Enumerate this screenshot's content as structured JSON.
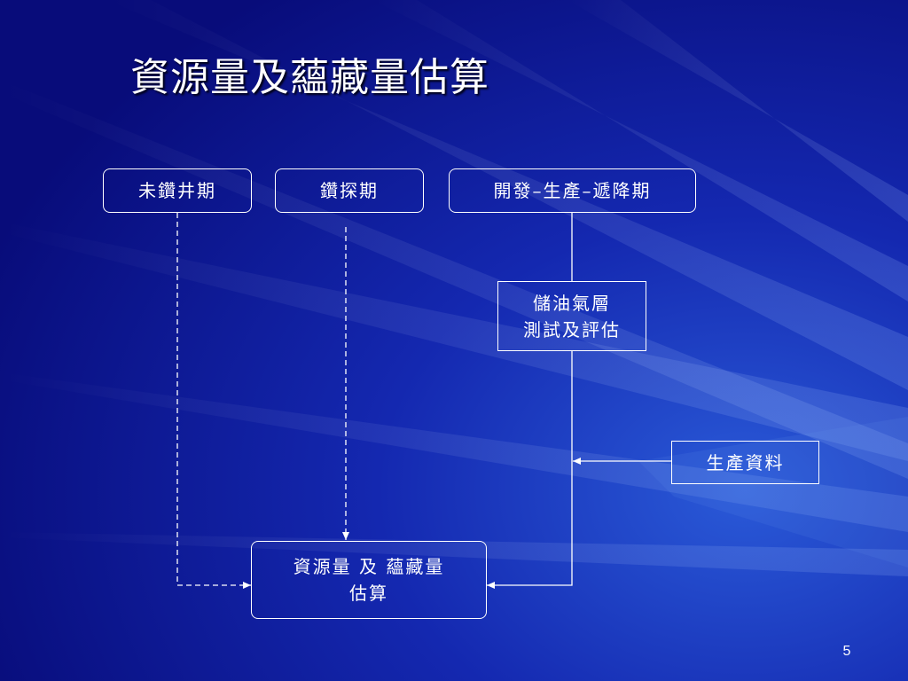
{
  "slide": {
    "title": "資源量及蘊藏量估算",
    "page_number": "5"
  },
  "diagram": {
    "stage_undrilled": "未鑽井期",
    "stage_exploration": "鑽探期",
    "stage_development": "開發–生產–遞降期",
    "reservoir_test_line1": "儲油氣層",
    "reservoir_test_line2": "測試及評估",
    "production_data": "生產資料",
    "estimate_line1": "資源量 及 蘊藏量",
    "estimate_line2": "估算"
  },
  "colors": {
    "background": "#0a0f8c",
    "foreground": "#ffffff"
  }
}
